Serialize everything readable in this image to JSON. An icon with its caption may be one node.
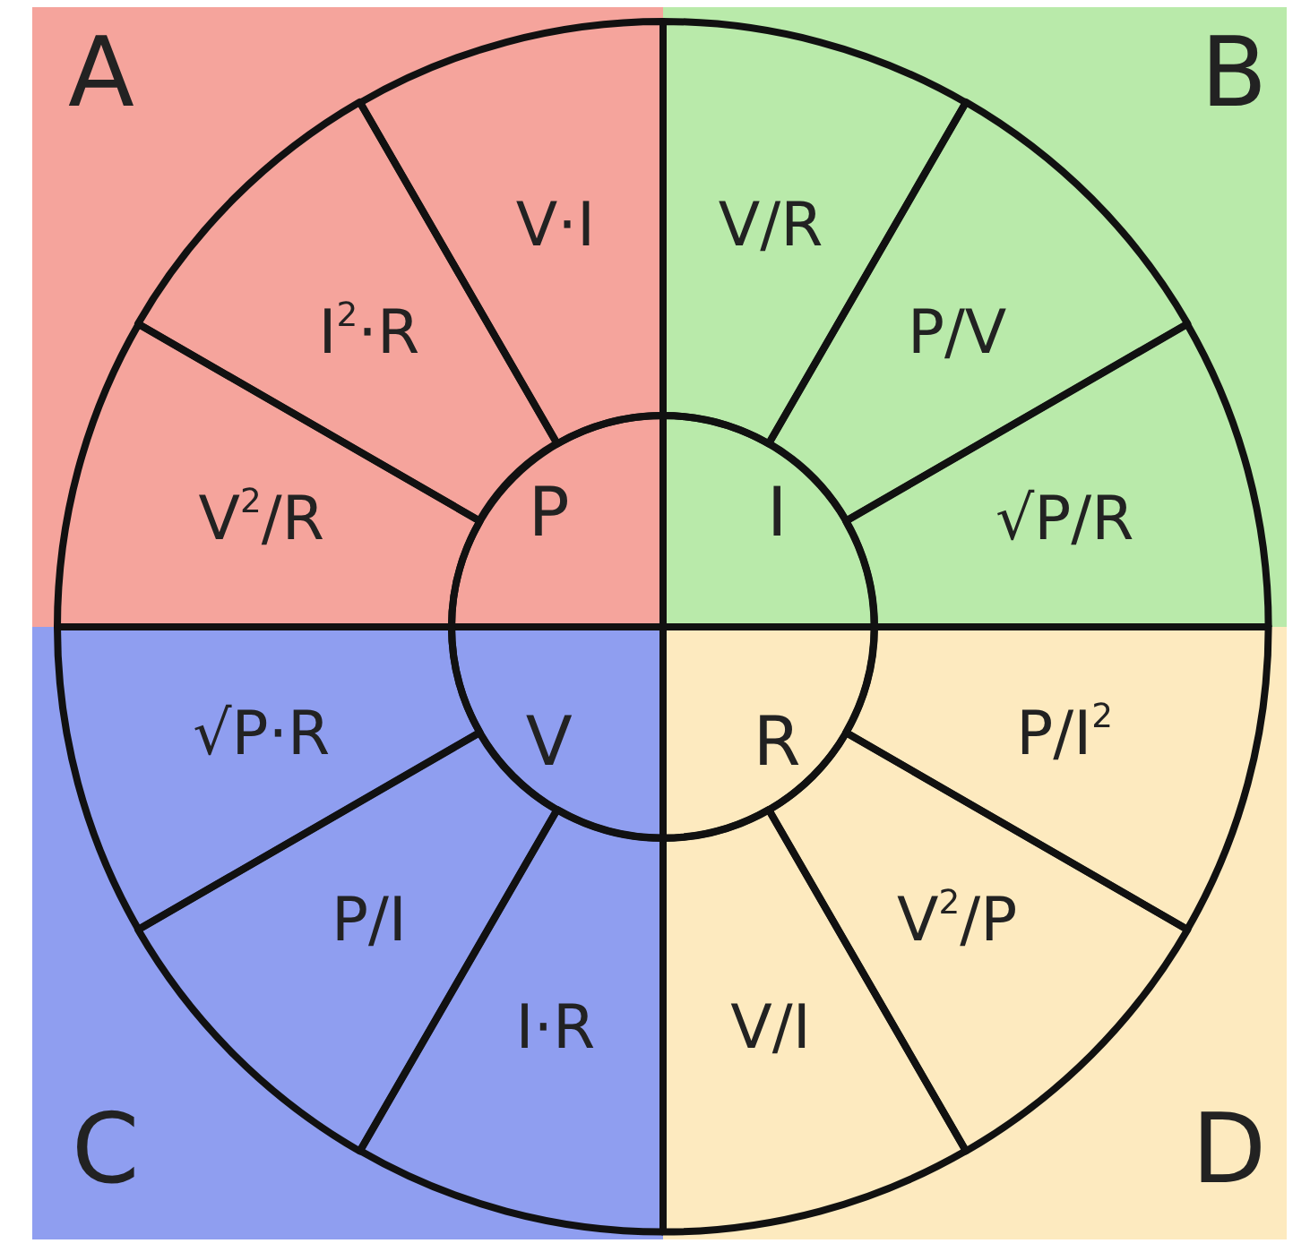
{
  "diagram": {
    "nodes": [
      {
        "text": [
          "A"
        ]
      },
      {
        "text": [
          "P"
        ],
        "in": 0
      },
      {
        "text": [
          "V·I"
        ],
        "in": 0
      },
      {
        "text": [
          "I$^{2}$·R"
        ],
        "in": 0
      },
      {
        "text": [
          "V$^{2}$/R"
        ],
        "in": 0
      },
      {
        "text": [
          "B"
        ]
      },
      {
        "text": [
          "I"
        ],
        "in": 5
      },
      {
        "text": [
          "V/R"
        ],
        "in": 5
      },
      {
        "text": [
          "P/V"
        ],
        "in": 5
      },
      {
        "text": [
          "√P/R"
        ],
        "in": 5
      },
      {
        "text": [
          "C"
        ]
      },
      {
        "text": [
          "V"
        ],
        "in": 10
      },
      {
        "text": [
          "√P·R"
        ],
        "in": 10
      },
      {
        "text": [
          "P/I"
        ],
        "in": 10
      },
      {
        "text": [
          "I·R"
        ],
        "in": 10
      },
      {
        "text": [
          "D"
        ]
      },
      {
        "text": [
          "R"
        ],
        "in": 15
      },
      {
        "text": [
          "P/I$^{2}$"
        ],
        "in": 15
      },
      {
        "text": [
          "V$^{2}$/P"
        ],
        "in": 15
      },
      {
        "text": [
          "V/I"
        ],
        "in": 15
      }
    ]
  }
}
